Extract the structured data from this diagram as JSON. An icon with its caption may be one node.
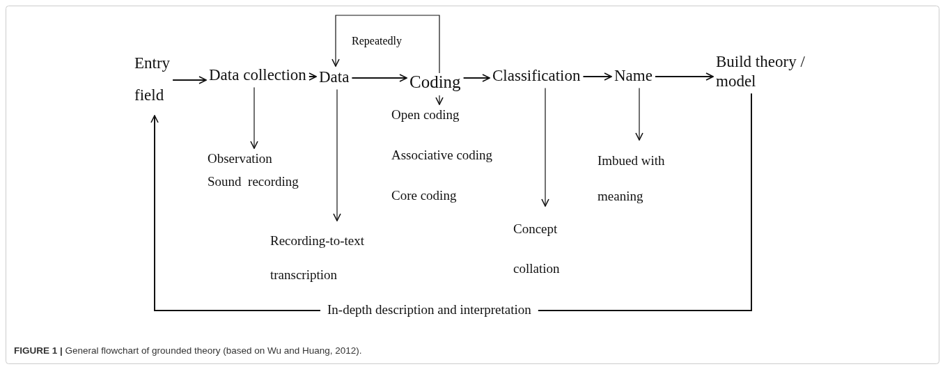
{
  "diagram": {
    "caption": "**FIGURE 1 |** General flowchart of grounded theory (based on Wu and Huang, 2012).",
    "nodes": [
      {
        "text": [
          "Entry field"
        ]
      },
      {
        "text": [
          "Data collection"
        ]
      },
      {
        "text": [
          "Data"
        ]
      },
      {
        "text": [
          "Coding"
        ]
      },
      {
        "text": [
          "Classification"
        ]
      },
      {
        "text": [
          "Name"
        ]
      },
      {
        "text": [
          "Build theory / model"
        ]
      },
      {
        "text": [
          "Observation",
          "Sound  recording"
        ]
      },
      {
        "text": [
          "Recording-to-text transcription"
        ]
      },
      {
        "text": [
          "Open coding",
          "Associative coding",
          "Core coding"
        ]
      },
      {
        "text": [
          "Concept collation"
        ]
      },
      {
        "text": [
          "Imbued with meaning"
        ]
      },
      {
        "text": [
          "In-depth description and interpretation"
        ]
      }
    ],
    "edges": [
      {
        "from": 0,
        "to": 1,
        "arrow": "to"
      },
      {
        "from": 1,
        "to": 2,
        "arrow": "to"
      },
      {
        "from": 2,
        "to": 3,
        "arrow": "to"
      },
      {
        "from": 3,
        "to": 4,
        "arrow": "to"
      },
      {
        "from": 4,
        "to": 5,
        "arrow": "to"
      },
      {
        "from": 5,
        "to": 6,
        "arrow": "to"
      },
      {
        "from": 1,
        "to": 7,
        "arrow": "to"
      },
      {
        "from": 2,
        "to": 8,
        "arrow": "to"
      },
      {
        "from": 3,
        "to": 9,
        "arrow": "to"
      },
      {
        "from": 4,
        "to": 10,
        "arrow": "to"
      },
      {
        "from": 5,
        "to": 11,
        "arrow": "to"
      },
      {
        "from": 3,
        "to": 2,
        "arrow": "to",
        "label": "Repeatedly"
      },
      {
        "from": 6,
        "to": 12,
        "arrow": "none"
      },
      {
        "from": 12,
        "to": 0,
        "arrow": "to"
      }
    ]
  }
}
